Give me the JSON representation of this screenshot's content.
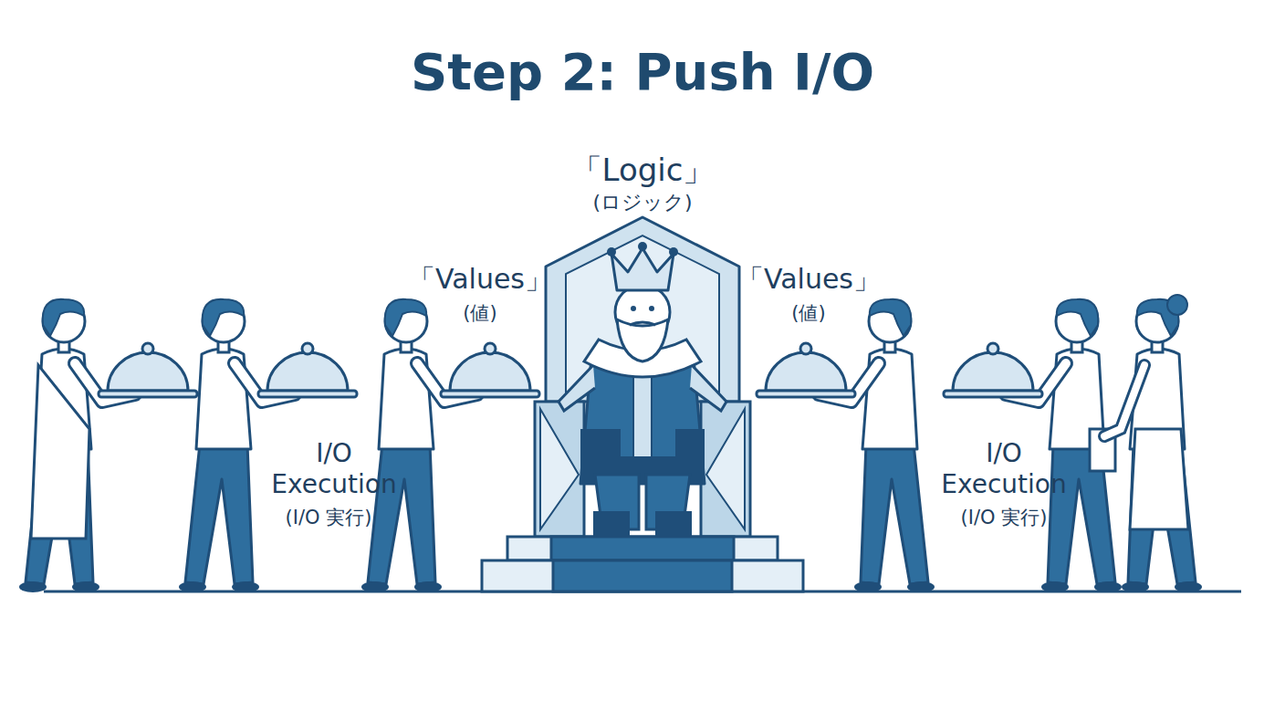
{
  "diagram": {
    "title": "Step 2: Push I/O",
    "labels": [
      "「Logic」",
      "(ロジック)",
      "「Values」",
      "(値)",
      "「Values」",
      "(値)",
      "I/O Execution",
      "(I/O 実行)",
      "I/O Execution",
      "(I/O 実行)"
    ]
  }
}
